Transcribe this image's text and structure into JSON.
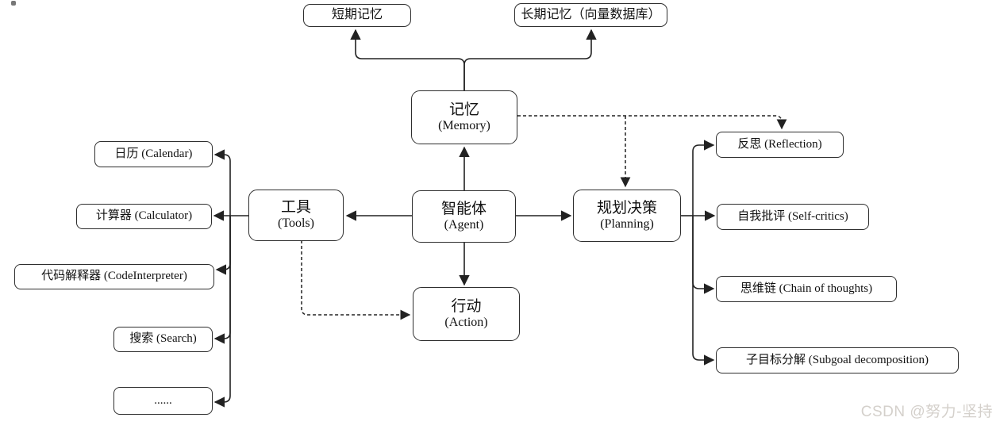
{
  "diagram": {
    "title_semantic": "agent-architecture-diagram",
    "nodes": {
      "short_term_memory": {
        "label": "短期记忆"
      },
      "long_term_memory": {
        "label": "长期记忆（向量数据库）"
      },
      "memory": {
        "label_zh": "记忆",
        "label_en": "(Memory)"
      },
      "agent": {
        "label_zh": "智能体",
        "label_en": "(Agent)"
      },
      "tools": {
        "label_zh": "工具",
        "label_en": "(Tools)"
      },
      "planning": {
        "label_zh": "规划决策",
        "label_en": "(Planning)"
      },
      "action": {
        "label_zh": "行动",
        "label_en": "(Action)"
      },
      "calendar": {
        "label": "日历 (Calendar)"
      },
      "calculator": {
        "label": "计算器 (Calculator)"
      },
      "code_interpreter": {
        "label": "代码解释器 (CodeInterpreter)"
      },
      "search": {
        "label": "搜索 (Search)"
      },
      "more_tools": {
        "label": "......"
      },
      "reflection": {
        "label": "反思 (Reflection)"
      },
      "self_critics": {
        "label": "自我批评 (Self-critics)"
      },
      "chain_of_thoughts": {
        "label": "思维链 (Chain of thoughts)"
      },
      "subgoal_decomposition": {
        "label": "子目标分解 (Subgoal decomposition)"
      }
    },
    "colors": {
      "line": "#222222",
      "box_border": "#2e2e2e",
      "background": "#ffffff",
      "text": "#111111",
      "watermark": "#d4d0cb"
    },
    "watermark": "CSDN @努力-坚持"
  }
}
